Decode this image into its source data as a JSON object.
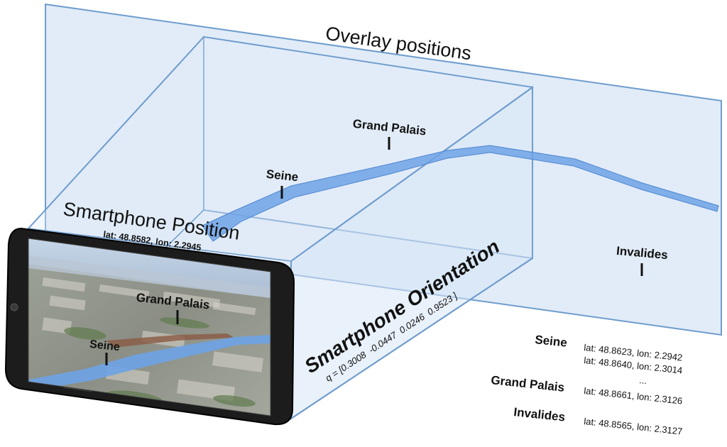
{
  "overlay": {
    "title": "Overlay positions",
    "labels": {
      "grand_palais": "Grand Palais",
      "seine": "Seine",
      "invalides": "Invalides"
    }
  },
  "position": {
    "title": "Smartphone Position",
    "coords": "lat: 48.8582, lon: 2.2945"
  },
  "orientation": {
    "title": "Smartphone Orientation",
    "quaternion": "q = [0.3008  -0.0447  0.0246  0.9523 ]"
  },
  "screen": {
    "grand_palais": "Grand Palais",
    "seine": "Seine"
  },
  "poi_list": {
    "seine_name": "Seine",
    "seine_coord_1": "lat: 48.8623, lon: 2.2942",
    "seine_coord_2": "lat: 48.8640, lon: 2.3014",
    "ellipsis": "...",
    "grand_palais_name": "Grand Palais",
    "grand_palais_coord": "lat: 48.8661, lon: 2.3126",
    "invalides_name": "Invalides",
    "invalides_coord": "lat: 48.8565, lon: 2.3127"
  },
  "colors": {
    "plane_fill": "#dce9f7",
    "plane_stroke": "#6f9ccd",
    "river": "#6ea3e6",
    "phone_body": "#1c1c1c"
  }
}
